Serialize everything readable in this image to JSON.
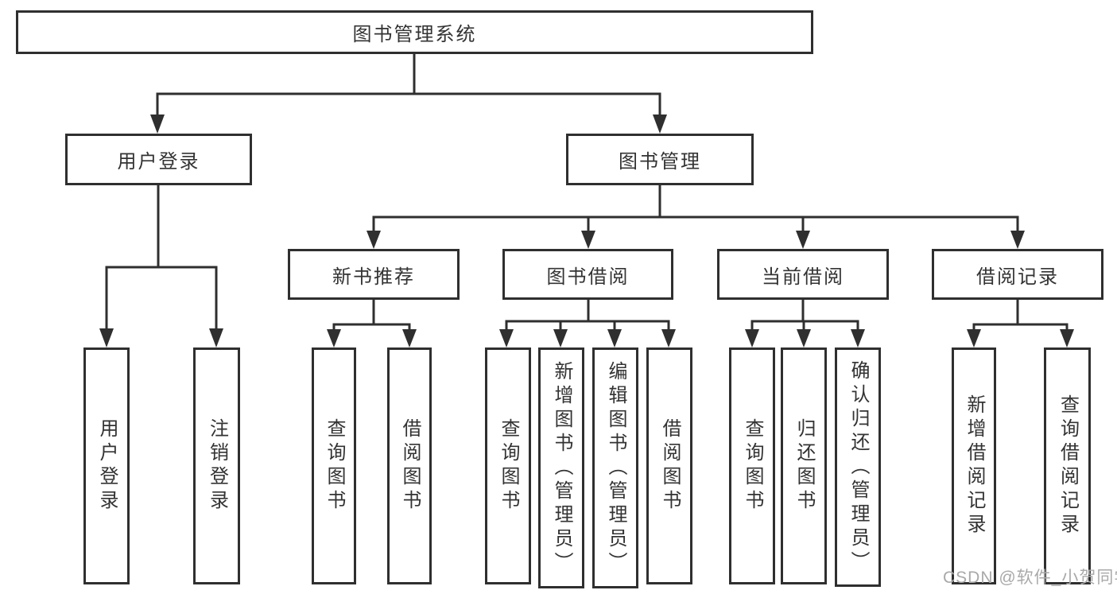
{
  "diagram": {
    "tree": {
      "label": "图书管理系统",
      "children": [
        {
          "label": "用户登录",
          "children": [
            {
              "label": "用户登录"
            },
            {
              "label": "注销登录"
            }
          ]
        },
        {
          "label": "图书管理",
          "children": [
            {
              "label": "新书推荐",
              "children": [
                {
                  "label": "查询图书"
                },
                {
                  "label": "借阅图书"
                }
              ]
            },
            {
              "label": "图书借阅",
              "children": [
                {
                  "label": "查询图书"
                },
                {
                  "label": "新增图书（管理员）"
                },
                {
                  "label": "编辑图书（管理员）"
                },
                {
                  "label": "借阅图书"
                }
              ]
            },
            {
              "label": "当前借阅",
              "children": [
                {
                  "label": "查询图书"
                },
                {
                  "label": "归还图书"
                },
                {
                  "label": "确认归还（管理员）"
                }
              ]
            },
            {
              "label": "借阅记录",
              "children": [
                {
                  "label": "新增借阅记录"
                },
                {
                  "label": "查询借阅记录"
                }
              ]
            }
          ]
        }
      ]
    },
    "watermark": "CSDN @软件_小贺同学",
    "colors": {
      "line": "#2f2f2f",
      "text": "#333333",
      "watermark": "#a9a9a9",
      "background": "#ffffff"
    }
  }
}
